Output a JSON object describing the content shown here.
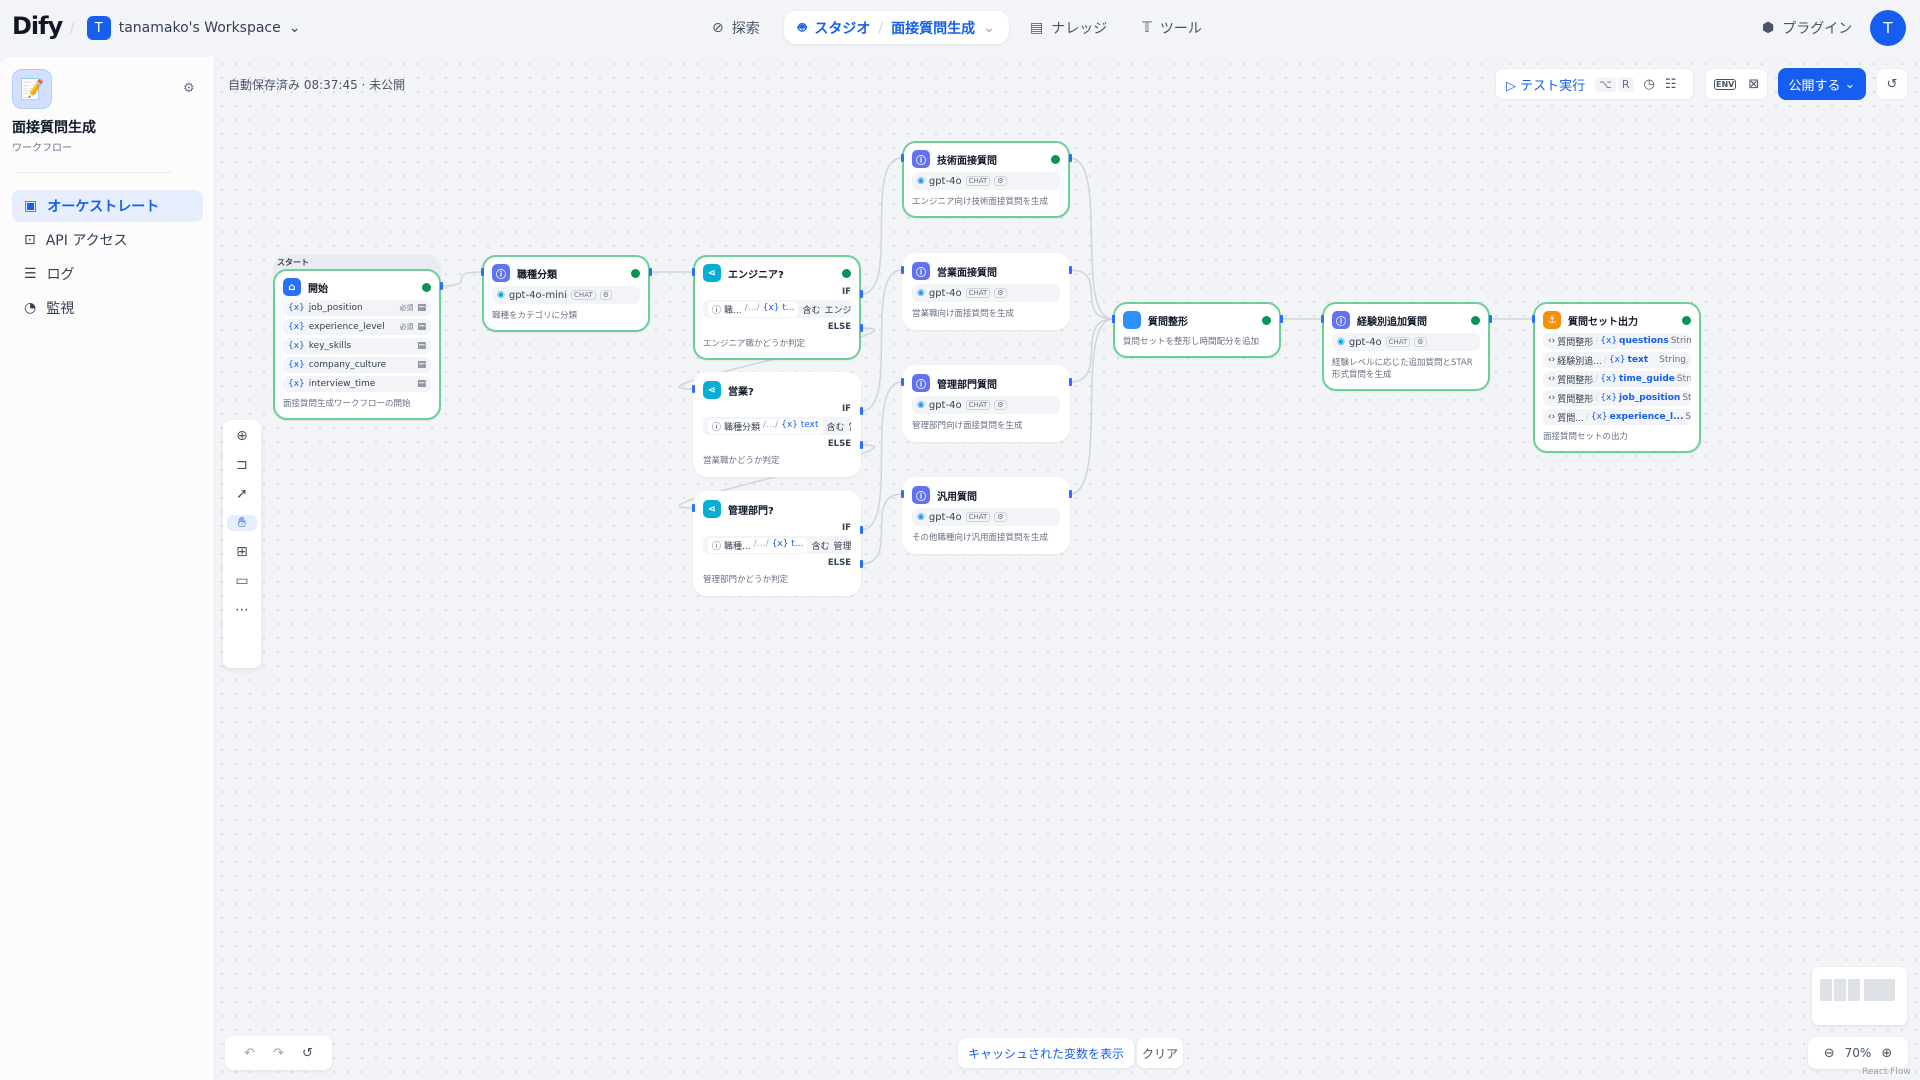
{
  "header": {
    "logo": "Dify",
    "workspace": {
      "initial": "T",
      "name": "tanamako's Workspace"
    },
    "nav": [
      {
        "label": "探索",
        "icon": "compass-icon"
      },
      {
        "label": "スタジオ",
        "icon": "robot-icon",
        "active": true,
        "app": "面接質問生成"
      },
      {
        "label": "ナレッジ",
        "icon": "book-icon"
      },
      {
        "label": "ツール",
        "icon": "hammer-icon"
      }
    ],
    "plugin_label": "プラグイン",
    "user_initial": "T"
  },
  "sidebar": {
    "app_name": "面接質問生成",
    "app_type": "ワークフロー",
    "items": [
      {
        "label": "オーケストレート",
        "icon": "layout-icon",
        "active": true
      },
      {
        "label": "API アクセス",
        "icon": "terminal-icon"
      },
      {
        "label": "ログ",
        "icon": "log-icon"
      },
      {
        "label": "監視",
        "icon": "gauge-icon"
      }
    ]
  },
  "toolbar": {
    "autosave": "自動保存済み 08:37:45 · 未公開",
    "test_run": "テスト実行",
    "shortcut_keys": [
      "⌥",
      "R"
    ],
    "env": "ENV",
    "publish": "公開する"
  },
  "nodes": {
    "start": {
      "group_label": "スタート",
      "title": "開始",
      "status": "success",
      "variables": [
        {
          "name": "job_position",
          "required": "必須"
        },
        {
          "name": "experience_level",
          "required": "必須"
        },
        {
          "name": "key_skills",
          "required": ""
        },
        {
          "name": "company_culture",
          "required": ""
        },
        {
          "name": "interview_time",
          "required": ""
        }
      ],
      "desc": "面接質問生成ワークフローの開始"
    },
    "classify": {
      "title": "職種分類",
      "model": "gpt-4o-mini",
      "mode": "CHAT",
      "desc": "職種をカテゴリに分類",
      "status": "success"
    },
    "if_engineer": {
      "title": "エンジニア?",
      "cond_var": "職...",
      "cond_field": "t...",
      "op": "含む",
      "value": "エンジニア",
      "desc": "エンジニア職かどうか判定",
      "status": "success"
    },
    "if_sales": {
      "title": "営業?",
      "cond_var": "職種分類",
      "cond_field": "text",
      "op": "含む",
      "value": "営業",
      "desc": "営業職かどうか判定"
    },
    "if_admin": {
      "title": "管理部門?",
      "cond_var": "職種...",
      "cond_field": "t...",
      "op": "含む",
      "value": "管理部門",
      "desc": "管理部門かどうか判定"
    },
    "tech_q": {
      "title": "技術面接質問",
      "model": "gpt-4o",
      "mode": "CHAT",
      "desc": "エンジニア向け技術面接質問を生成",
      "status": "success"
    },
    "sales_q": {
      "title": "営業面接質問",
      "model": "gpt-4o",
      "mode": "CHAT",
      "desc": "営業職向け面接質問を生成"
    },
    "admin_q": {
      "title": "管理部門質問",
      "model": "gpt-4o",
      "mode": "CHAT",
      "desc": "管理部門向け面接質問を生成"
    },
    "general_q": {
      "title": "汎用質問",
      "model": "gpt-4o",
      "mode": "CHAT",
      "desc": "その他職種向け汎用面接質問を生成"
    },
    "format": {
      "title": "質問整形",
      "desc": "質問セットを整形し時間配分を追加",
      "status": "success"
    },
    "exp_q": {
      "title": "経験別追加質問",
      "model": "gpt-4o",
      "mode": "CHAT",
      "desc": "経験レベルに応じた追加質問とSTAR形式質問を生成",
      "status": "success"
    },
    "output": {
      "title": "質問セット出力",
      "status": "success",
      "outputs": [
        {
          "node": "質問整形",
          "var": "questions",
          "type": "String"
        },
        {
          "node": "経験別追...",
          "var": "text",
          "type": "String"
        },
        {
          "node": "質問整形",
          "var": "time_guide",
          "type": "String"
        },
        {
          "node": "質問整形",
          "var": "job_position",
          "type": "String"
        },
        {
          "node": "質問...",
          "var": "experience_l...",
          "type": "String"
        }
      ],
      "desc": "面接質問セットの出力"
    }
  },
  "labels": {
    "if": "IF",
    "else": "ELSE"
  },
  "bottom": {
    "show_cache": "キャッシュされた変数を表示",
    "clear": "クリア",
    "zoom": "70%",
    "attribution": "React Flow"
  },
  "colors": {
    "accent": "#155eef",
    "success": "#079455",
    "llm": "#6172f3",
    "ifelse": "#06aed4",
    "code": "#2e90fa",
    "end": "#f79009"
  }
}
